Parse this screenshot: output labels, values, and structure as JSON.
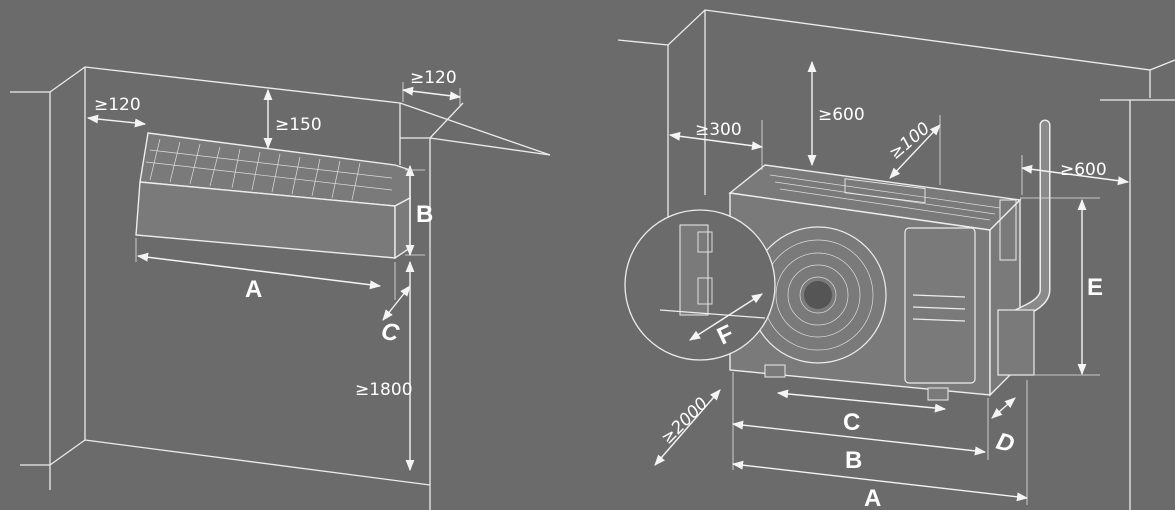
{
  "indoor_unit": {
    "clearance_left": "≥120",
    "clearance_top": "≥150",
    "clearance_right": "≥120",
    "clearance_floor": "≥1800",
    "dim_width": "A",
    "dim_height": "B",
    "dim_depth": "C"
  },
  "outdoor_unit": {
    "clearance_left": "≥300",
    "clearance_top": "≥600",
    "clearance_back": "≥100",
    "clearance_right": "≥600",
    "clearance_front": "≥2000",
    "dim_width_overall": "A",
    "dim_width_body": "B",
    "dim_feet_spacing": "C",
    "dim_depth": "D",
    "dim_height": "E",
    "dim_foot_depth": "F"
  },
  "colors": {
    "background": "#6b6b6b",
    "line": "#ececec"
  }
}
